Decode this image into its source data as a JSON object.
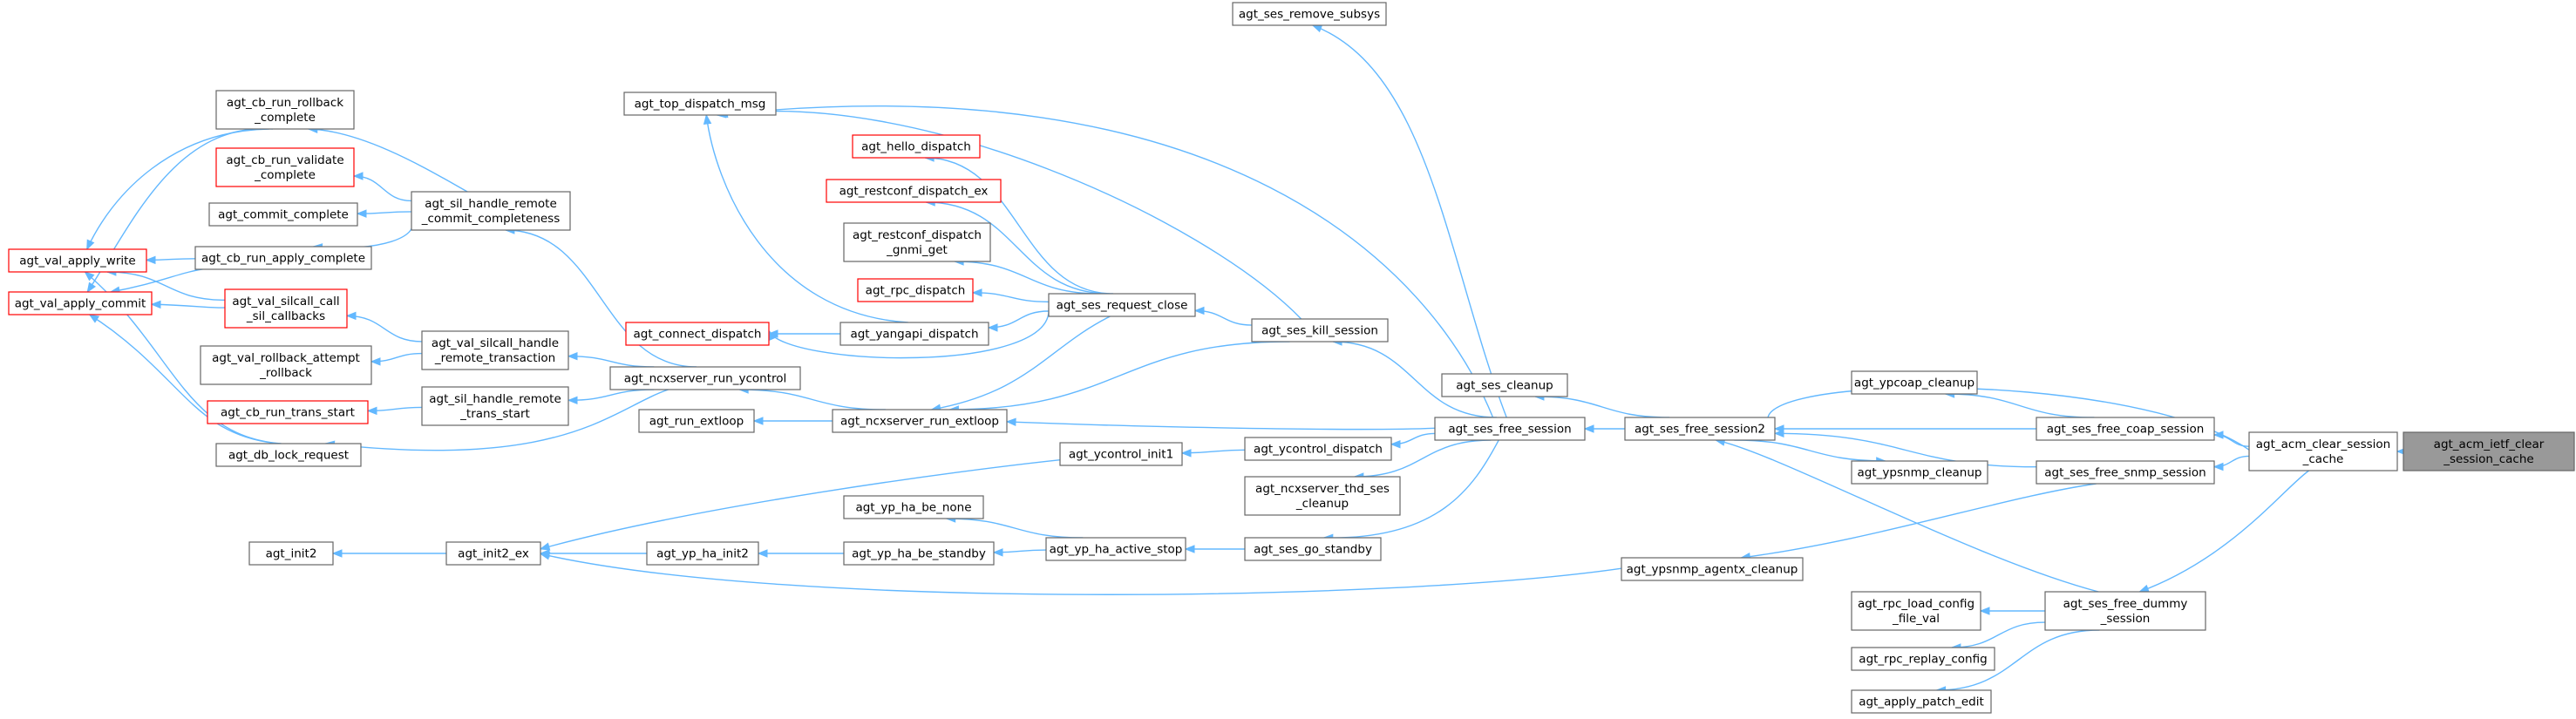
{
  "colors": {
    "edge": "#63b8ff",
    "node_border": "#666666",
    "node_fill": "#ffffff",
    "node_border_truncated": "#ff0000",
    "target_fill": "#999999",
    "target_border": "#666666"
  },
  "nodes": {
    "acm_ietf": {
      "lines": [
        "agt_acm_ietf_clear",
        "_session_cache"
      ],
      "style": "target"
    },
    "acm_clear": {
      "lines": [
        "agt_acm_clear_session",
        "_cache"
      ],
      "style": "normal"
    },
    "free_coap": {
      "lines": [
        "agt_ses_free_coap_session"
      ],
      "style": "normal"
    },
    "free_snmp": {
      "lines": [
        "agt_ses_free_snmp_session"
      ],
      "style": "normal"
    },
    "free_dummy": {
      "lines": [
        "agt_ses_free_dummy",
        "_session"
      ],
      "style": "normal"
    },
    "ypcoap_cleanup": {
      "lines": [
        "agt_ypcoap_cleanup"
      ],
      "style": "normal"
    },
    "ypsnmp_cleanup": {
      "lines": [
        "agt_ypsnmp_cleanup"
      ],
      "style": "normal"
    },
    "ypsnmp_agentx": {
      "lines": [
        "agt_ypsnmp_agentx_cleanup"
      ],
      "style": "normal"
    },
    "rpc_load_config": {
      "lines": [
        "agt_rpc_load_config",
        "_file_val"
      ],
      "style": "normal"
    },
    "rpc_replay": {
      "lines": [
        "agt_rpc_replay_config"
      ],
      "style": "normal"
    },
    "apply_patch": {
      "lines": [
        "agt_apply_patch_edit"
      ],
      "style": "normal"
    },
    "free_session2": {
      "lines": [
        "agt_ses_free_session2"
      ],
      "style": "normal"
    },
    "ses_cleanup": {
      "lines": [
        "agt_ses_cleanup"
      ],
      "style": "normal"
    },
    "free_session": {
      "lines": [
        "agt_ses_free_session"
      ],
      "style": "normal"
    },
    "remove_subsys": {
      "lines": [
        "agt_ses_remove_subsys"
      ],
      "style": "normal"
    },
    "kill_session": {
      "lines": [
        "agt_ses_kill_session"
      ],
      "style": "normal"
    },
    "ycontrol_dispatch": {
      "lines": [
        "agt_ycontrol_dispatch"
      ],
      "style": "normal"
    },
    "ncx_thd_cleanup": {
      "lines": [
        "agt_ncxserver_thd_ses",
        "_cleanup"
      ],
      "style": "normal"
    },
    "go_standby": {
      "lines": [
        "agt_ses_go_standby"
      ],
      "style": "normal"
    },
    "request_close": {
      "lines": [
        "agt_ses_request_close"
      ],
      "style": "normal"
    },
    "run_extloop": {
      "lines": [
        "agt_ncxserver_run_extloop"
      ],
      "style": "normal"
    },
    "ycontrol_init1": {
      "lines": [
        "agt_ycontrol_init1"
      ],
      "style": "normal"
    },
    "yp_ha_active_stop": {
      "lines": [
        "agt_yp_ha_active_stop"
      ],
      "style": "normal"
    },
    "yp_ha_be_none": {
      "lines": [
        "agt_yp_ha_be_none"
      ],
      "style": "normal"
    },
    "yp_ha_be_standby": {
      "lines": [
        "agt_yp_ha_be_standby"
      ],
      "style": "normal"
    },
    "top_dispatch": {
      "lines": [
        "agt_top_dispatch_msg"
      ],
      "style": "normal"
    },
    "hello_dispatch": {
      "lines": [
        "agt_hello_dispatch"
      ],
      "style": "truncated"
    },
    "restconf_dispatch_ex": {
      "lines": [
        "agt_restconf_dispatch_ex"
      ],
      "style": "truncated"
    },
    "restconf_gnmi": {
      "lines": [
        "agt_restconf_dispatch",
        "_gnmi_get"
      ],
      "style": "normal"
    },
    "rpc_dispatch": {
      "lines": [
        "agt_rpc_dispatch"
      ],
      "style": "truncated"
    },
    "yangapi_dispatch": {
      "lines": [
        "agt_yangapi_dispatch"
      ],
      "style": "normal"
    },
    "connect_dispatch": {
      "lines": [
        "agt_connect_dispatch"
      ],
      "style": "truncated"
    },
    "run_ycontrol": {
      "lines": [
        "agt_ncxserver_run_ycontrol"
      ],
      "style": "normal"
    },
    "run_extloop_plain": {
      "lines": [
        "agt_run_extloop"
      ],
      "style": "normal"
    },
    "yp_ha_init2": {
      "lines": [
        "agt_yp_ha_init2"
      ],
      "style": "normal"
    },
    "init2_ex": {
      "lines": [
        "agt_init2_ex"
      ],
      "style": "normal"
    },
    "init2": {
      "lines": [
        "agt_init2"
      ],
      "style": "normal"
    },
    "sil_commit_complete": {
      "lines": [
        "agt_sil_handle_remote",
        "_commit_completeness"
      ],
      "style": "normal"
    },
    "val_silcall_remote": {
      "lines": [
        "agt_val_silcall_handle",
        "_remote_transaction"
      ],
      "style": "normal"
    },
    "sil_trans_start": {
      "lines": [
        "agt_sil_handle_remote",
        "_trans_start"
      ],
      "style": "normal"
    },
    "db_lock_request": {
      "lines": [
        "agt_db_lock_request"
      ],
      "style": "normal"
    },
    "cb_rollback": {
      "lines": [
        "agt_cb_run_rollback",
        "_complete"
      ],
      "style": "normal"
    },
    "cb_validate": {
      "lines": [
        "agt_cb_run_validate",
        "_complete"
      ],
      "style": "truncated"
    },
    "commit_complete": {
      "lines": [
        "agt_commit_complete"
      ],
      "style": "normal"
    },
    "cb_apply": {
      "lines": [
        "agt_cb_run_apply_complete"
      ],
      "style": "normal"
    },
    "val_silcall_call": {
      "lines": [
        "agt_val_silcall_call",
        "_sil_callbacks"
      ],
      "style": "truncated"
    },
    "val_rollback": {
      "lines": [
        "agt_val_rollback_attempt",
        "_rollback"
      ],
      "style": "normal"
    },
    "cb_trans_start": {
      "lines": [
        "agt_cb_run_trans_start"
      ],
      "style": "truncated"
    },
    "val_apply_write": {
      "lines": [
        "agt_val_apply_write"
      ],
      "style": "truncated"
    },
    "val_apply_commit": {
      "lines": [
        "agt_val_apply_commit"
      ],
      "style": "truncated"
    }
  },
  "edges": [
    [
      "acm_clear",
      "acm_ietf"
    ],
    [
      "free_coap",
      "acm_clear"
    ],
    [
      "free_snmp",
      "acm_clear"
    ],
    [
      "free_dummy",
      "acm_clear"
    ],
    [
      "free_session2",
      "acm_clear"
    ],
    [
      "free_session2",
      "free_coap"
    ],
    [
      "ypcoap_cleanup",
      "free_coap"
    ],
    [
      "free_session2",
      "free_snmp"
    ],
    [
      "ypsnmp_agentx",
      "free_snmp"
    ],
    [
      "free_session2",
      "free_dummy"
    ],
    [
      "rpc_load_config",
      "free_dummy"
    ],
    [
      "rpc_replay",
      "free_dummy"
    ],
    [
      "apply_patch",
      "free_dummy"
    ],
    [
      "ypsnmp_cleanup",
      "free_session2"
    ],
    [
      "free_session",
      "free_session2"
    ],
    [
      "ses_cleanup",
      "free_session2"
    ],
    [
      "remove_subsys",
      "free_session"
    ],
    [
      "kill_session",
      "free_session"
    ],
    [
      "top_dispatch",
      "free_session"
    ],
    [
      "ycontrol_dispatch",
      "free_session"
    ],
    [
      "run_extloop",
      "free_session"
    ],
    [
      "ncx_thd_cleanup",
      "free_session"
    ],
    [
      "go_standby",
      "free_session"
    ],
    [
      "request_close",
      "kill_session"
    ],
    [
      "top_dispatch",
      "kill_session"
    ],
    [
      "run_extloop",
      "kill_session"
    ],
    [
      "hello_dispatch",
      "request_close"
    ],
    [
      "restconf_dispatch_ex",
      "request_close"
    ],
    [
      "restconf_gnmi",
      "request_close"
    ],
    [
      "rpc_dispatch",
      "request_close"
    ],
    [
      "yangapi_dispatch",
      "request_close"
    ],
    [
      "connect_dispatch",
      "request_close"
    ],
    [
      "run_extloop",
      "request_close"
    ],
    [
      "connect_dispatch",
      "yangapi_dispatch"
    ],
    [
      "top_dispatch",
      "yangapi_dispatch"
    ],
    [
      "ycontrol_init1",
      "ycontrol_dispatch"
    ],
    [
      "yp_ha_active_stop",
      "go_standby"
    ],
    [
      "yp_ha_be_none",
      "yp_ha_active_stop"
    ],
    [
      "yp_ha_be_standby",
      "yp_ha_active_stop"
    ],
    [
      "yp_ha_init2",
      "yp_ha_be_standby"
    ],
    [
      "init2_ex",
      "yp_ha_init2"
    ],
    [
      "init2",
      "init2_ex"
    ],
    [
      "init2_ex",
      "ycontrol_init1"
    ],
    [
      "init2_ex",
      "ypsnmp_agentx"
    ],
    [
      "run_ycontrol",
      "run_extloop"
    ],
    [
      "run_extloop_plain",
      "run_extloop"
    ],
    [
      "sil_commit_complete",
      "run_ycontrol"
    ],
    [
      "val_silcall_remote",
      "run_ycontrol"
    ],
    [
      "sil_trans_start",
      "run_ycontrol"
    ],
    [
      "db_lock_request",
      "run_ycontrol"
    ],
    [
      "cb_rollback",
      "sil_commit_complete"
    ],
    [
      "cb_validate",
      "sil_commit_complete"
    ],
    [
      "commit_complete",
      "sil_commit_complete"
    ],
    [
      "cb_apply",
      "sil_commit_complete"
    ],
    [
      "val_silcall_call",
      "val_silcall_remote"
    ],
    [
      "val_rollback",
      "val_silcall_remote"
    ],
    [
      "cb_trans_start",
      "sil_trans_start"
    ],
    [
      "val_apply_write",
      "cb_rollback"
    ],
    [
      "val_apply_write",
      "cb_apply"
    ],
    [
      "val_apply_write",
      "val_silcall_call"
    ],
    [
      "val_apply_write",
      "db_lock_request"
    ],
    [
      "val_apply_commit",
      "cb_rollback"
    ],
    [
      "val_apply_commit",
      "cb_apply"
    ],
    [
      "val_apply_commit",
      "val_silcall_call"
    ],
    [
      "val_apply_commit",
      "db_lock_request"
    ]
  ]
}
